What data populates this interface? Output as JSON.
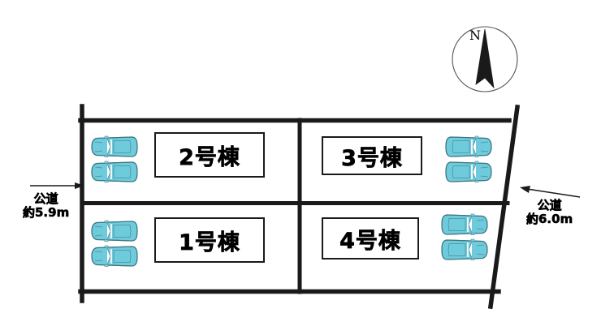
{
  "plan": {
    "lots": [
      {
        "id": "2",
        "label": "2号棟",
        "parking_spaces": 2,
        "parking_side": "left"
      },
      {
        "id": "3",
        "label": "3号棟",
        "parking_spaces": 2,
        "parking_side": "right"
      },
      {
        "id": "1",
        "label": "1号棟",
        "parking_spaces": 2,
        "parking_side": "left"
      },
      {
        "id": "4",
        "label": "4号棟",
        "parking_spaces": 2,
        "parking_side": "right"
      }
    ],
    "roads": [
      {
        "position": "left",
        "name": "公道",
        "width_text": "約5.9m",
        "arrow": "right"
      },
      {
        "position": "right",
        "name": "公道",
        "width_text": "約6.0m",
        "arrow": "left"
      }
    ],
    "compass": {
      "label": "N",
      "direction": "up"
    },
    "colors": {
      "car_body": "#6ecbdc",
      "car_outline": "#4e8d9b",
      "line": "#1a1a1a",
      "background": "#ffffff"
    }
  }
}
